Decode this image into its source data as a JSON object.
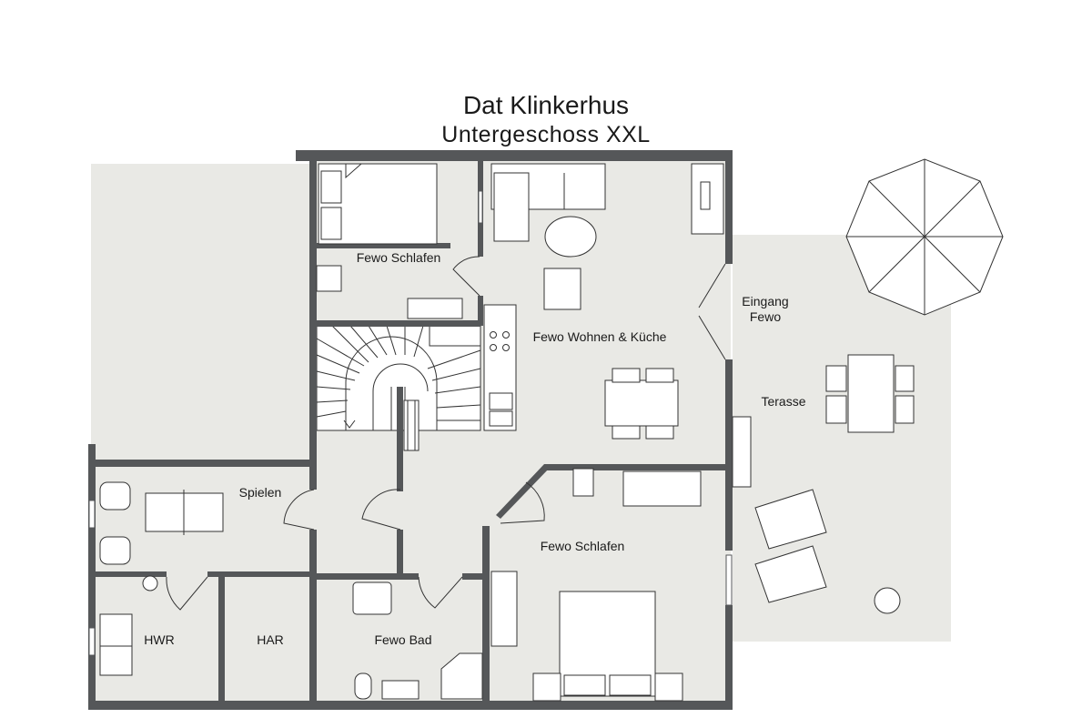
{
  "header": {
    "title": "Dat Klinkerhus",
    "subtitle": "Untergeschoss XXL"
  },
  "rooms": {
    "schlafen_top": "Fewo Schlafen",
    "wohnen": "Fewo Wohnen & Küche",
    "eingang_line1": "Eingang",
    "eingang_line2": "Fewo",
    "terasse": "Terasse",
    "spielen": "Spielen",
    "schlafen_bottom": "Fewo Schlafen",
    "hwr": "HWR",
    "har": "HAR",
    "bad": "Fewo Bad"
  },
  "colors": {
    "floor": "#e9e9e5",
    "wall": "#555759",
    "line": "#333333",
    "white": "#ffffff"
  }
}
